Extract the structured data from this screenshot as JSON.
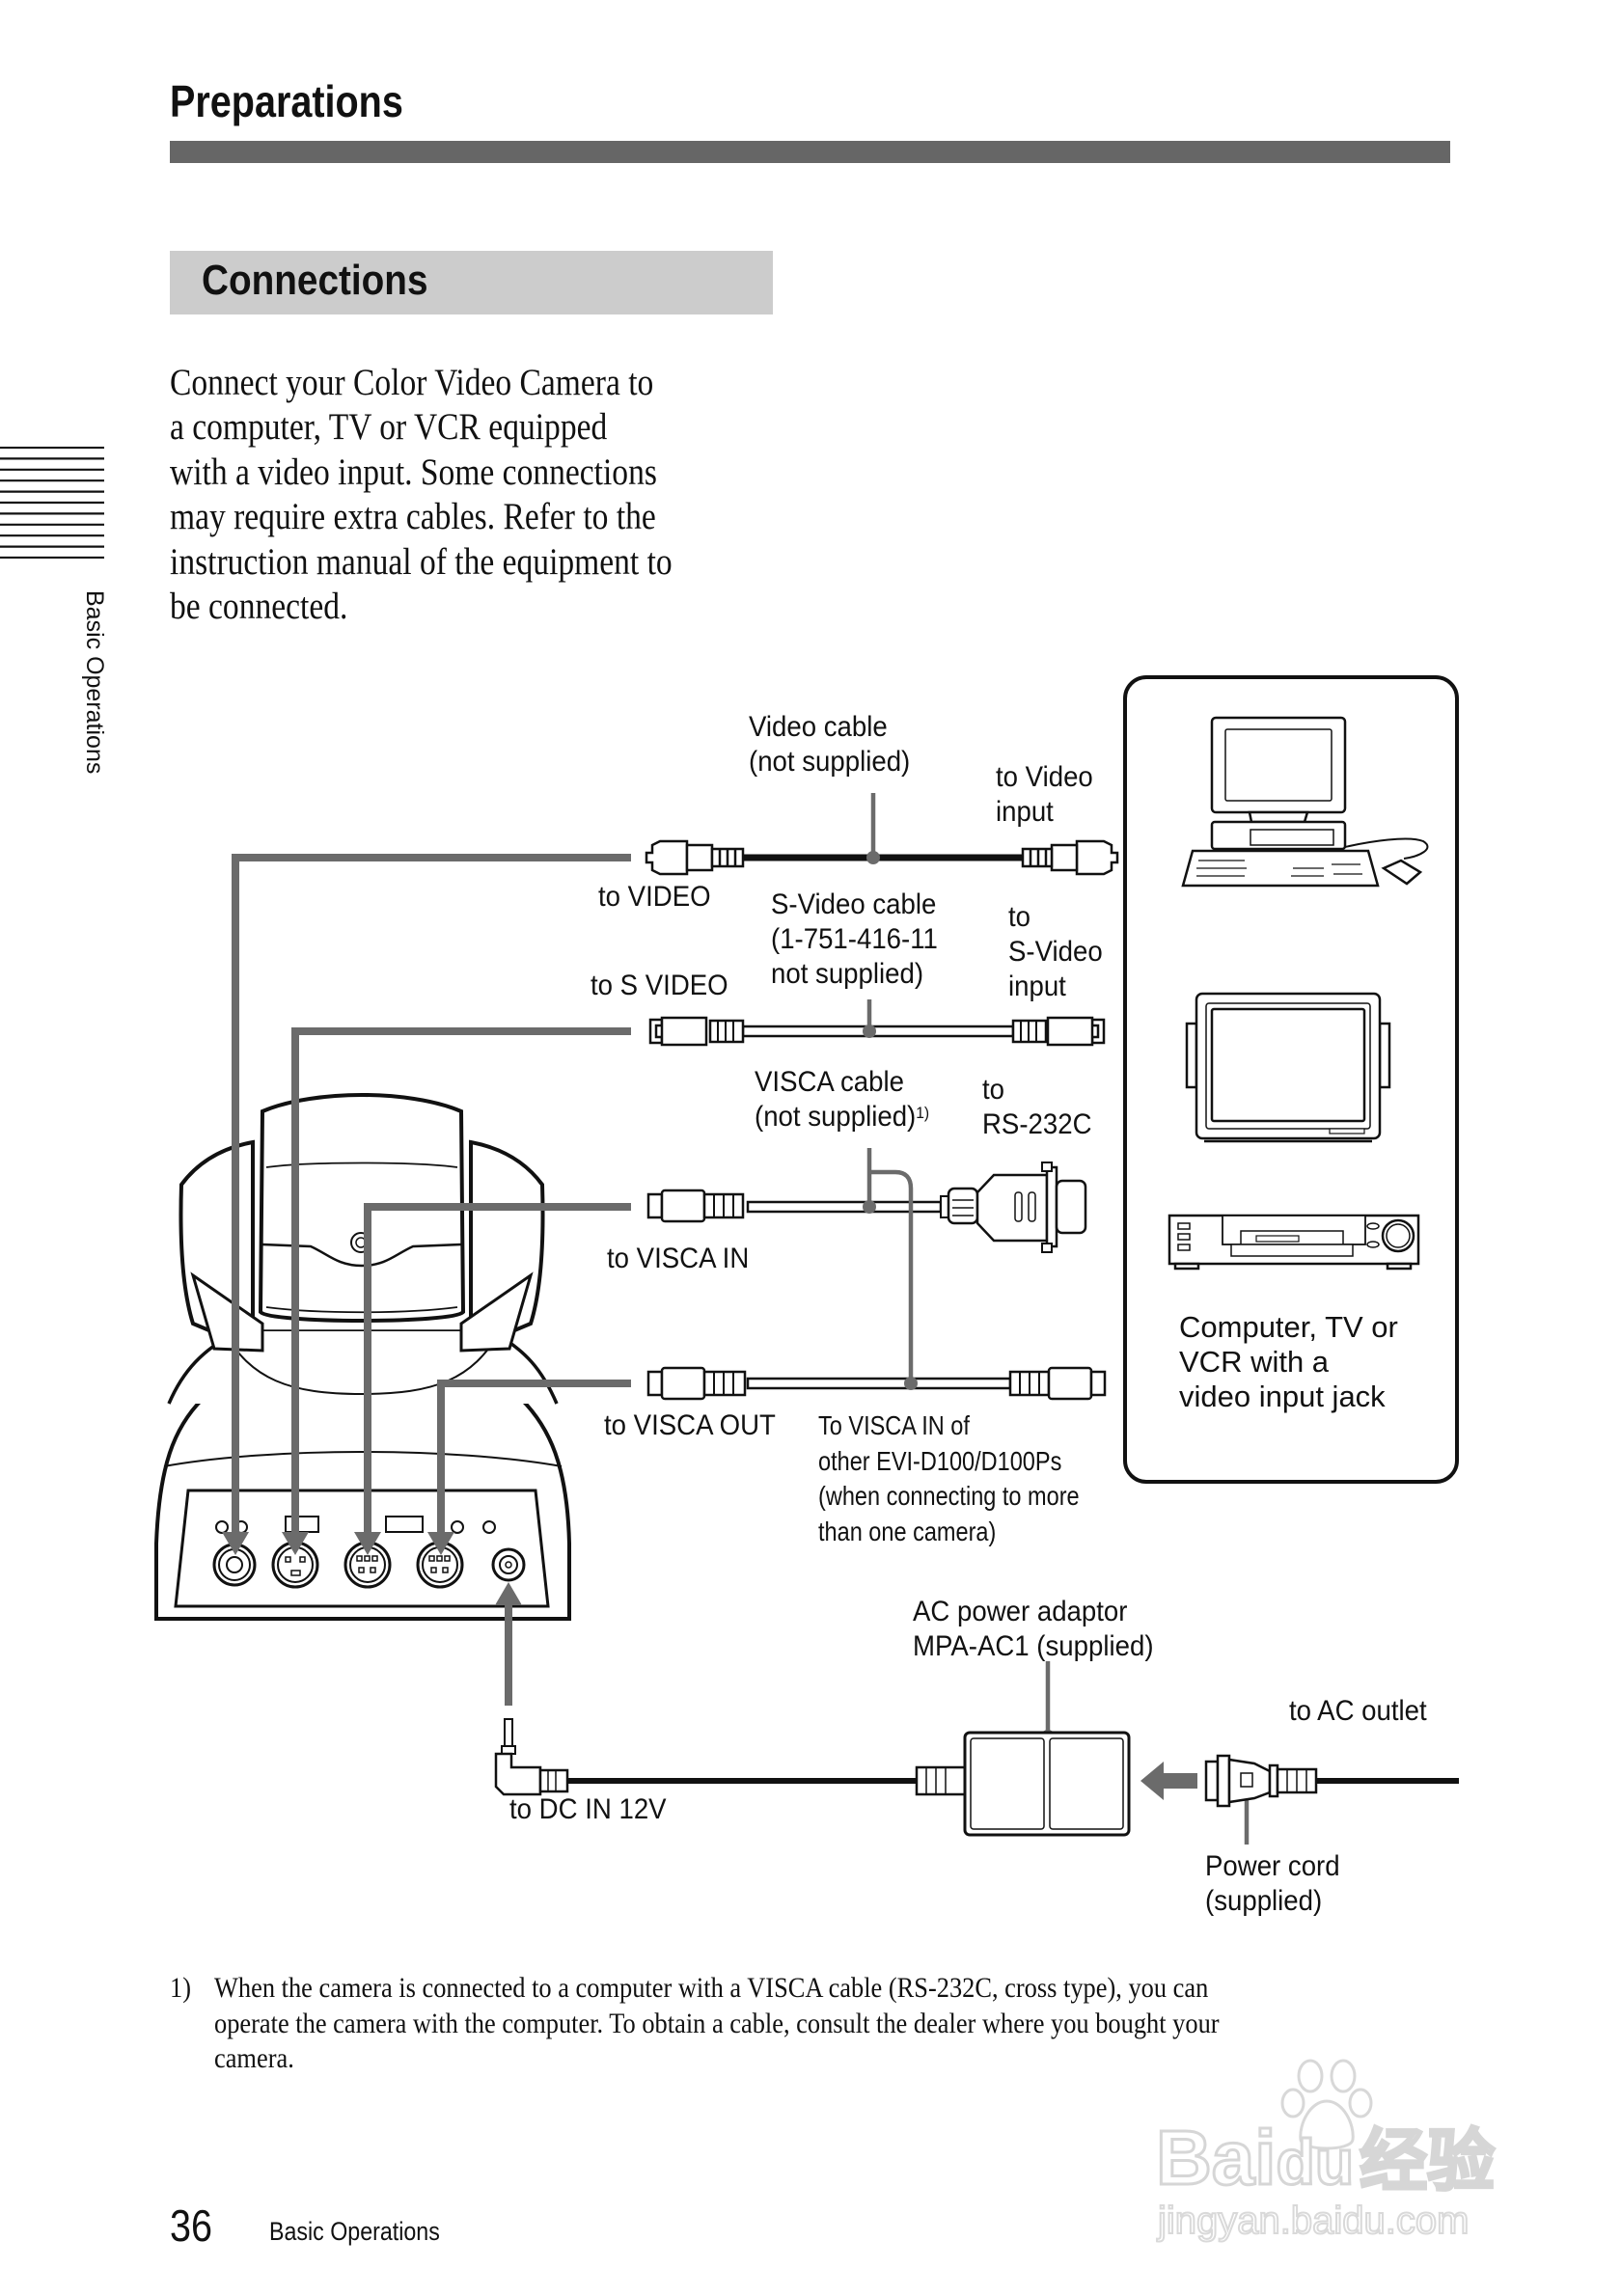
{
  "header": {
    "title": "Preparations",
    "section_title": "Connections"
  },
  "side_tab": {
    "label": "Basic Operations"
  },
  "intro": {
    "lines": [
      "Connect your Color Video Camera to",
      "a computer, TV or VCR equipped",
      "with a video input. Some connections",
      "may require extra cables. Refer to the",
      "instruction manual of the equipment to",
      "be connected."
    ]
  },
  "diagram": {
    "video_cable": {
      "line1": "Video cable",
      "line2": "(not supplied)"
    },
    "to_video_input": {
      "line1": "to Video",
      "line2": "input"
    },
    "to_video": "to VIDEO",
    "svideo_cable": {
      "line1": "S-Video cable",
      "line2": "(1-751-416-11",
      "line3": "not supplied)"
    },
    "to_svideo_input": {
      "line1": "to",
      "line2": "S-Video",
      "line3": "input"
    },
    "to_s_video": "to S VIDEO",
    "visca_cable": {
      "line1": "VISCA cable",
      "line2": "(not supplied)",
      "footnote_ref": "1)"
    },
    "to_rs232c": {
      "line1": "to",
      "line2": "RS-232C"
    },
    "to_visca_in": "to VISCA IN",
    "to_visca_out": "to VISCA OUT",
    "visca_chain_note": {
      "line1": "To VISCA IN of",
      "line2": "other EVI-D100/D100Ps",
      "line3": "(when connecting to more",
      "line4": "than one camera)"
    },
    "equipment_box": {
      "line1": "Computer, TV or",
      "line2": "VCR with a",
      "line3": "video input jack",
      "icons": [
        "computer-icon",
        "tv-icon",
        "vcr-icon"
      ]
    },
    "ac_adaptor": {
      "line1": "AC power adaptor",
      "line2": "MPA-AC1 (supplied)"
    },
    "to_ac_outlet": "to AC outlet",
    "to_dc_in": "to DC IN 12V",
    "power_cord": {
      "line1": "Power cord",
      "line2": "(supplied)"
    },
    "colors": {
      "leader_gray": "#6b6b6b",
      "ink": "#111111"
    }
  },
  "footnote": {
    "marker": "1)",
    "lines": [
      "When the camera is connected to a computer with a VISCA cable (RS-232C, cross type), you can",
      "operate the camera with the computer. To obtain a cable, consult the dealer where you bought your",
      "camera."
    ]
  },
  "footer": {
    "page_number": "36",
    "section": "Basic Operations"
  },
  "watermark": {
    "brand": "Bai",
    "brand2": "du",
    "cn": "经验",
    "url": "jingyan.baidu.com"
  }
}
